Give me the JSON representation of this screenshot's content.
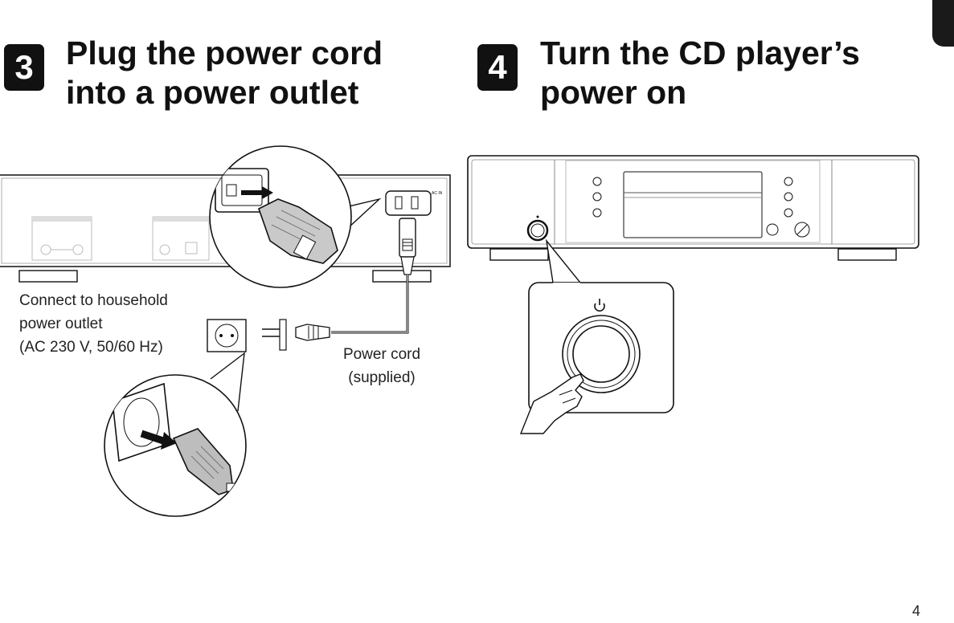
{
  "step3": {
    "number": "3",
    "title_line1": "Plug the power cord",
    "title_line2": "into a power outlet",
    "outlet_label_line1": "Connect to household",
    "outlet_label_line2": "power outlet",
    "outlet_label_line3": "(AC 230 V, 50/60 Hz)",
    "cord_label_line1": "Power cord",
    "cord_label_line2": "(supplied)"
  },
  "step4": {
    "number": "4",
    "title_line1": "Turn the CD player’s",
    "title_line2": "power on"
  },
  "page_number": "4",
  "colors": {
    "ink": "#111111",
    "tab": "#1a1a1a",
    "panel_gray": "#d9d9d9"
  }
}
